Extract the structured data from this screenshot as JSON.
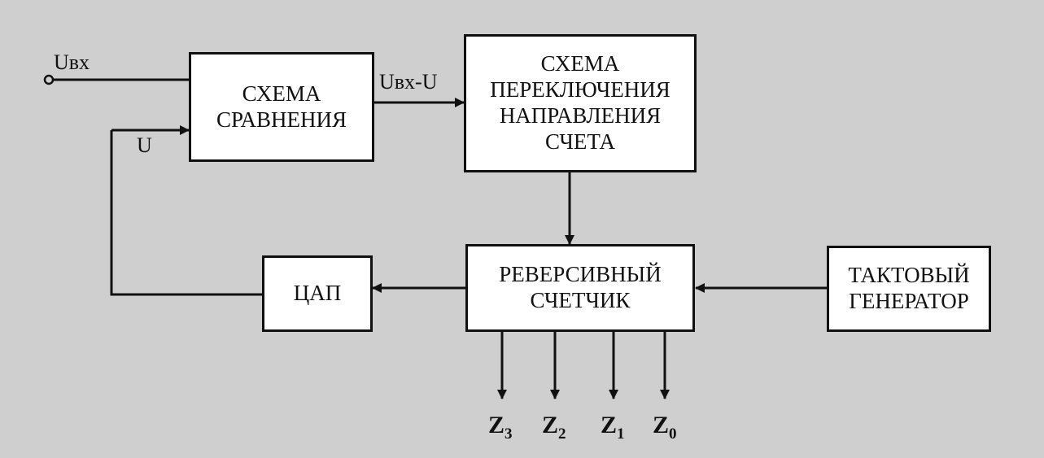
{
  "blocks": {
    "comparator": "СХЕМА\nСРАВНЕНИЯ",
    "direction_switch": "СХЕМА\nПЕРЕКЛЮЧЕНИЯ\nНАПРАВЛЕНИЯ\nСЧЕТА",
    "reversible_counter": "РЕВЕРСИВНЫЙ\nСЧЕТЧИК",
    "dac": "ЦАП",
    "clock_generator": "ТАКТОВЫЙ\nГЕНЕРАТОР"
  },
  "signals": {
    "input": "Uвх",
    "difference": "Uвх-U",
    "feedback": "U"
  },
  "outputs": [
    {
      "base": "Z",
      "sub": "3"
    },
    {
      "base": "Z",
      "sub": "2"
    },
    {
      "base": "Z",
      "sub": "1"
    },
    {
      "base": "Z",
      "sub": "0"
    }
  ]
}
